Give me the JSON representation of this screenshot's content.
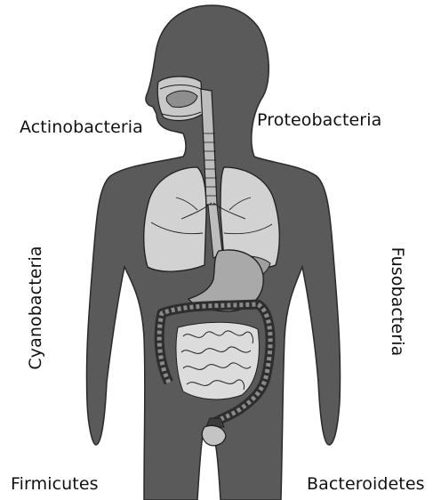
{
  "labels": {
    "top_left": "Actinobacteria",
    "top_right": "Proteobacteria",
    "middle_left": "Cyanobacteria",
    "middle_right": "Fusobacteria",
    "bottom_left": "Firmicutes",
    "bottom_right": "Bacteroidetes"
  },
  "colors": {
    "body": "#5a5a5a",
    "organ_light": "#d2d2d2",
    "organ_mid": "#a9a9a9",
    "outline": "#1e1e1e",
    "background": "#ffffff"
  }
}
